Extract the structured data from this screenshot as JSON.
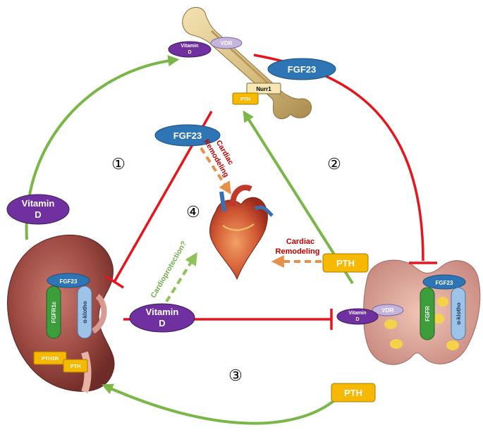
{
  "colors": {
    "promote": "#7ab648",
    "inhibit": "#e8141b",
    "fgf23_fill": "#2e75b6",
    "vitd_fill": "#7030a0",
    "pth_fill": "#f7b800",
    "remodel_text": "#c00000",
    "remodel_arrow": "#e7904a",
    "protect_text": "#70ad47"
  },
  "organs": {
    "bone": {
      "icon": "bone-illustration",
      "vdr": "VDR",
      "vitamin_d": "Vitamin D",
      "nurr1": "Nurr1",
      "pth": "PTH"
    },
    "kidney": {
      "icon": "kidney-illustration",
      "fgf23": "FGF23",
      "fgfr1c": "FGFR1c",
      "klotho": "α-klotho",
      "pth1r": "PTH1R",
      "pth": "PTH"
    },
    "parathyroid": {
      "icon": "parathyroid-illustration",
      "fgf23": "FGF23",
      "fgfr": "FGFR",
      "klotho": "α-klotho",
      "vitamin_d": "Vitamin D",
      "vdr": "VDR"
    },
    "heart": {
      "icon": "heart-illustration"
    }
  },
  "labels": {
    "fgf23_bone_to_parathyroid": "FGF23",
    "fgf23_bone_to_kidney": "FGF23",
    "vitamin_d_kidney_to_bone": "Vitamin D",
    "vitamin_d_kidney_to_parathyroid": "Vitamin D",
    "pth_parathyroid_center": "PTH",
    "pth_parathyroid_bottom": "PTH",
    "cardiac_remodeling_fgf23": "Cardiac Remodeling",
    "cardiac_remodeling_pth": "Cardiac Remodeling",
    "cardioprotection": "Cardioprotection?"
  },
  "loop_markers": [
    "①",
    "②",
    "③",
    "④"
  ]
}
